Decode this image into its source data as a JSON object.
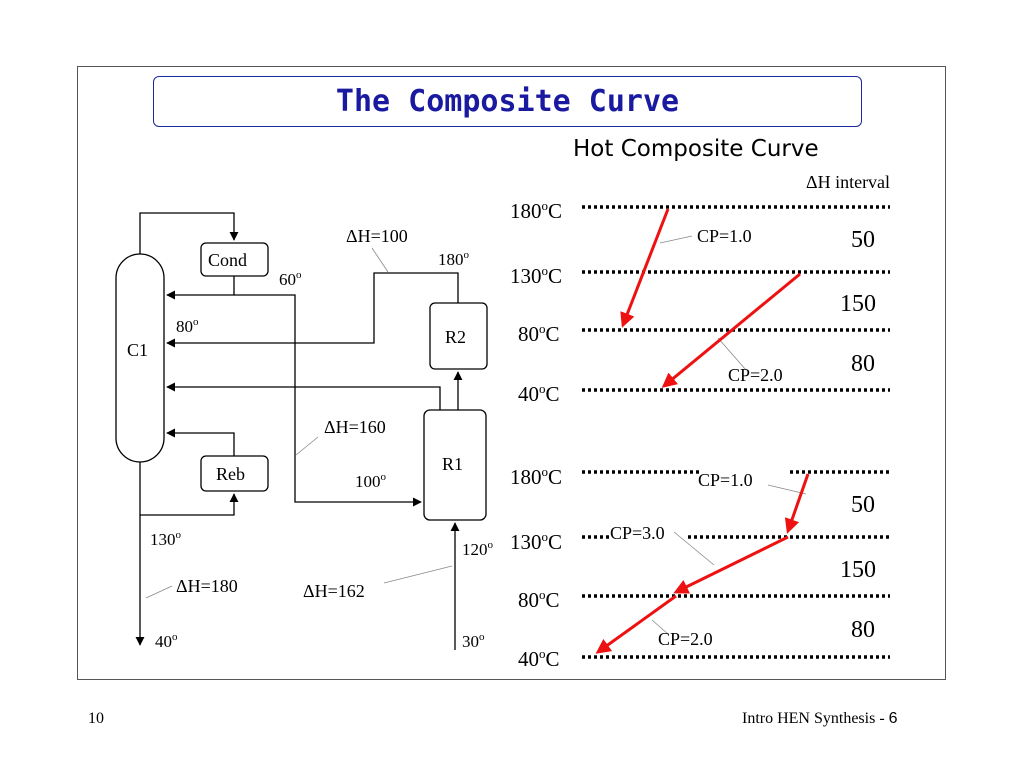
{
  "slide": {
    "title": "The Composite Curve",
    "subtitle": "Hot Composite Curve",
    "footer_page": "10",
    "footer_course": "Intro HEN Synthesis - ",
    "footer_number": "6"
  },
  "process": {
    "column": "C1",
    "condenser": "Cond",
    "reboiler": "Reb",
    "reactor1": "R1",
    "reactor2": "R2",
    "dh100": "ΔH=100",
    "dh160": "ΔH=160",
    "dh180": "ΔH=180",
    "dh162": "ΔH=162",
    "t180": "180",
    "t60": "60",
    "t80": "80",
    "t100": "100",
    "t130": "130",
    "t120": "120",
    "t40": "40",
    "t30": "30",
    "deg": "o"
  },
  "curves": {
    "dh_interval": "ΔH interval",
    "temp_180": "180",
    "temp_130": "130",
    "temp_80": "80",
    "temp_40": "40",
    "deg": "o",
    "unit": "C",
    "top_intervals": [
      "50",
      "150",
      "80"
    ],
    "bottom_intervals": [
      "50",
      "150",
      "80"
    ],
    "cp1": "CP=1.0",
    "cp2": "CP=2.0",
    "cp3": "CP=3.0"
  },
  "colors": {
    "title": "#1a1aa0",
    "arrow": "#ee1111"
  }
}
